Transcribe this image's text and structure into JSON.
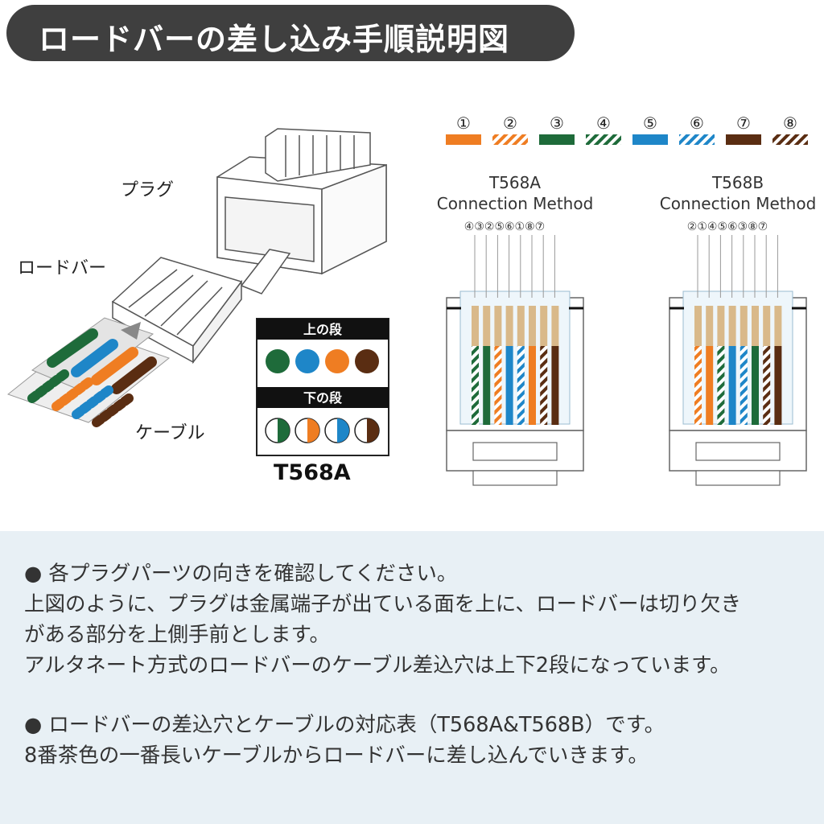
{
  "title": "ロードバーの差し込み手順説明図",
  "labels": {
    "plug": "プラグ",
    "load_bar": "ロードバー",
    "cable": "ケーブル"
  },
  "legend_box": {
    "upper": "上の段",
    "lower": "下の段",
    "upper_colors": [
      "green",
      "blue",
      "orange",
      "brown"
    ],
    "lower_colors": [
      "white-green",
      "white-orange",
      "white-blue",
      "white-brown"
    ],
    "caption": "T568A"
  },
  "wire_key": {
    "numbers": [
      "①",
      "②",
      "③",
      "④",
      "⑤",
      "⑥",
      "⑦",
      "⑧"
    ],
    "colors": [
      "orange",
      "white-orange",
      "green",
      "white-green",
      "blue",
      "white-blue",
      "brown",
      "white-brown"
    ]
  },
  "colors": {
    "orange": "#ef7d22",
    "green": "#1e6b3a",
    "blue": "#1e86c8",
    "brown": "#5a2d12",
    "title_bg": "#3f3f3f",
    "info_bg": "#e8f0f5"
  },
  "t568a": {
    "line1": "T568A",
    "line2": "Connection Method",
    "order": "④③②⑤⑥①⑧⑦"
  },
  "t568b": {
    "line1": "T568B",
    "line2": "Connection Method",
    "order": "②①④⑤⑥③⑧⑦"
  },
  "info": {
    "p1": "● 各プラグパーツの向きを確認してください。",
    "p2": "上図のように、プラグは金属端子が出ている面を上に、ロードバーは切り欠き",
    "p3": "がある部分を上側手前とします。",
    "p4": "アルタネート方式のロードバーのケーブル差込穴は上下2段になっています。",
    "p5": "● ロードバーの差込穴とケーブルの対応表（T568A&T568B）です。",
    "p6": "8番茶色の一番長いケーブルからロードバーに差し込んでいきます。"
  }
}
